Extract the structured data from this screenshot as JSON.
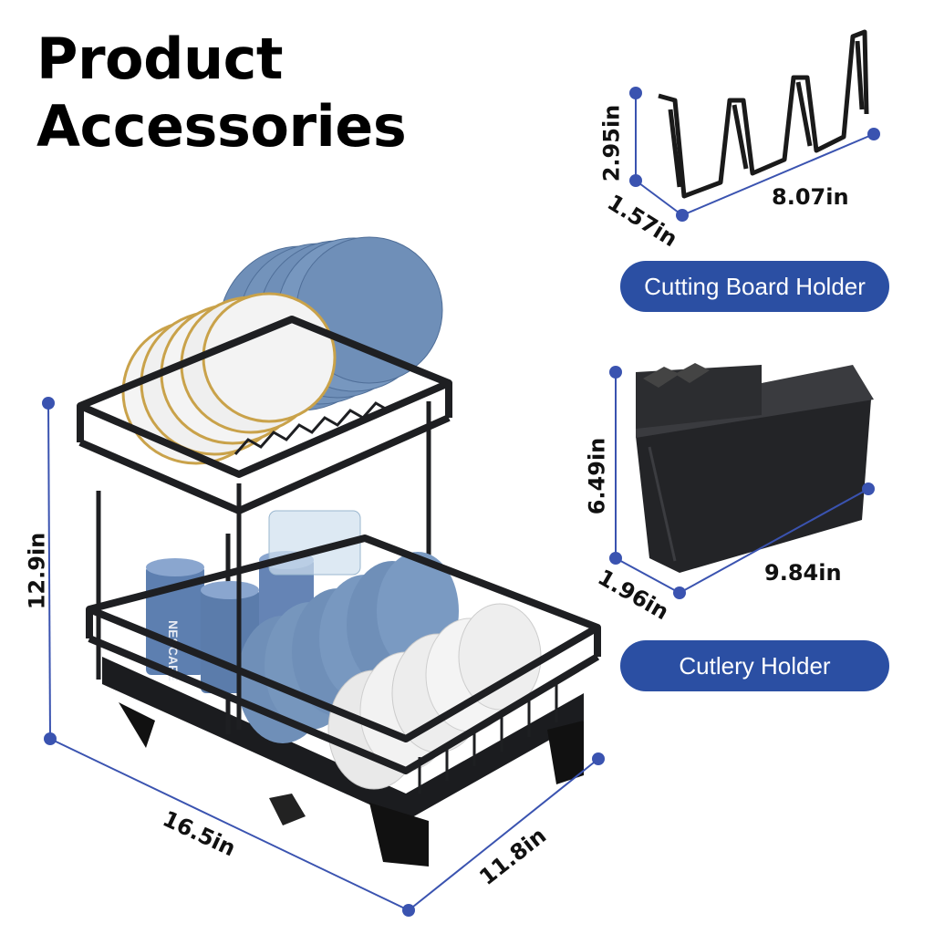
{
  "title": {
    "line1": "Product",
    "line2": "Accessories"
  },
  "rack": {
    "height": "12.9in",
    "width": "16.5in",
    "depth": "11.8in"
  },
  "cutting_board_holder": {
    "label": "Cutting Board Holder",
    "height": "2.95in",
    "depth": "1.57in",
    "width": "8.07in"
  },
  "cutlery_holder": {
    "label": "Cutlery Holder",
    "height": "6.49in",
    "depth": "1.96in",
    "width": "9.84in"
  },
  "mug_print": "NESCAFE",
  "colors": {
    "accent": "#2b4fa3",
    "dimension_line": "#3a53b0",
    "rack_metal": "#1e1f22",
    "plate_blue": "#6f8fb8",
    "plate_white": "#f2f2f2",
    "gold_rim": "#c9a24a"
  }
}
